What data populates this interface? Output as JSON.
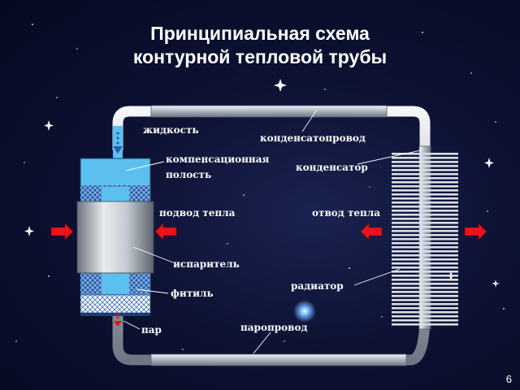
{
  "title": {
    "line1": "Принципиальная схема",
    "line2": "контурной тепловой трубы"
  },
  "labels": {
    "liquid": "жидкость",
    "compensation_cavity_1": "компенсационная",
    "compensation_cavity_2": "полость",
    "heat_input": "подвод тепла",
    "evaporator": "испаритель",
    "wick": "фитиль",
    "vapor": "пар",
    "condensate_line": "конденсатопровод",
    "condenser": "конденсатор",
    "heat_removal": "отвод тепла",
    "radiator": "радиатор",
    "vapor_line": "паропровод"
  },
  "page_number": "6",
  "colors": {
    "liquid": "#5bc0f0",
    "pipe": "#c4cdd8",
    "heat_arrow": "#e8141c",
    "label_line": "#ffffff"
  },
  "icons": [
    "heat-arrow-icon",
    "flow-arrow-icon",
    "star-icon"
  ]
}
